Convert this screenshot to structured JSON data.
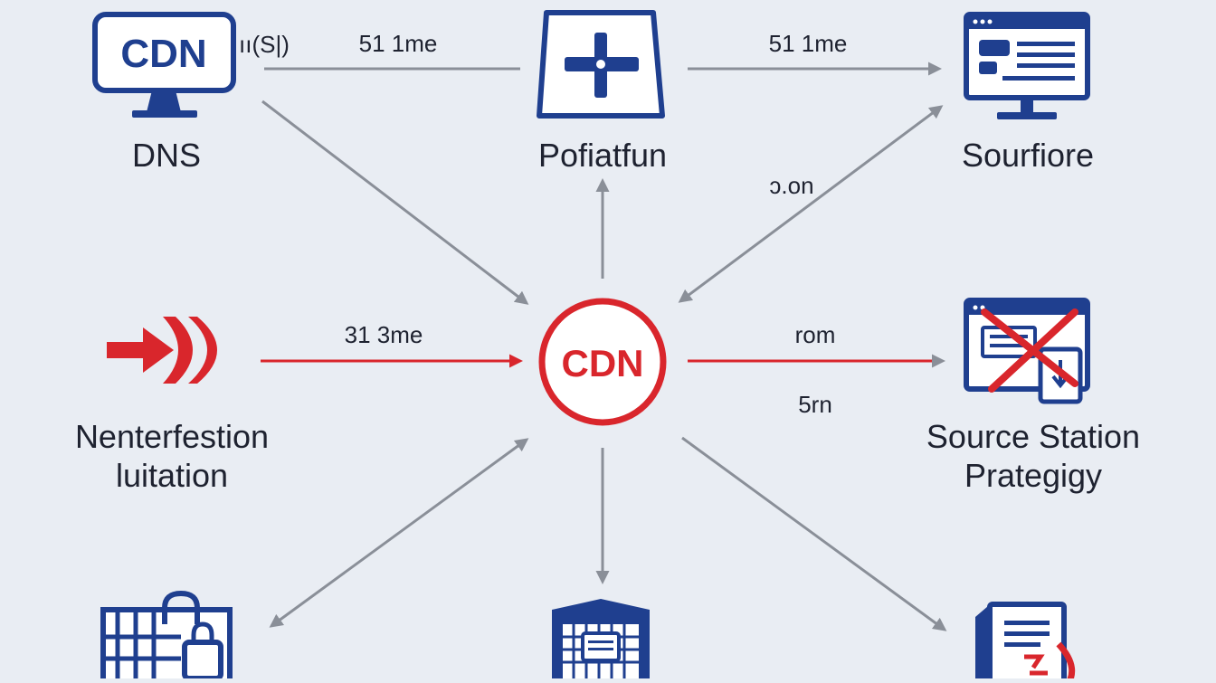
{
  "colors": {
    "navy": "#1f3f8f",
    "red": "#d9262c",
    "gray": "#8a8f98",
    "bg": "#e9edf3"
  },
  "nodes": {
    "dns": {
      "label": "DNS",
      "icon": "monitor-icon",
      "screen_text": "CDN",
      "signal": "ıı(S|)"
    },
    "top": {
      "label": "Pofiatfun",
      "icon": "tablet-cross-icon"
    },
    "right_top": {
      "label": "Sourfiore",
      "icon": "browser-monitor-icon"
    },
    "left_mid": {
      "label_line1": "Nenterfestion",
      "label_line2": "luitation",
      "icon": "red-arrow-icon"
    },
    "center": {
      "label": "CDN",
      "icon": "cdn-circle-icon"
    },
    "right_mid": {
      "label_line1": "Source Station",
      "label_line2": "Prategigy",
      "icon": "blocked-browser-icon"
    },
    "bottom_left": {
      "icon": "building-lock-icon"
    },
    "bottom_mid": {
      "icon": "server-building-icon"
    },
    "bottom_right": {
      "icon": "document-icon"
    }
  },
  "edges": {
    "dns_to_top": "51 1me",
    "top_to_right": "51 1me",
    "right_to_center": "ɔ.on",
    "left_to_center": "31 3me",
    "center_to_right_top": "rom",
    "center_to_right_bottom": "5rn"
  }
}
